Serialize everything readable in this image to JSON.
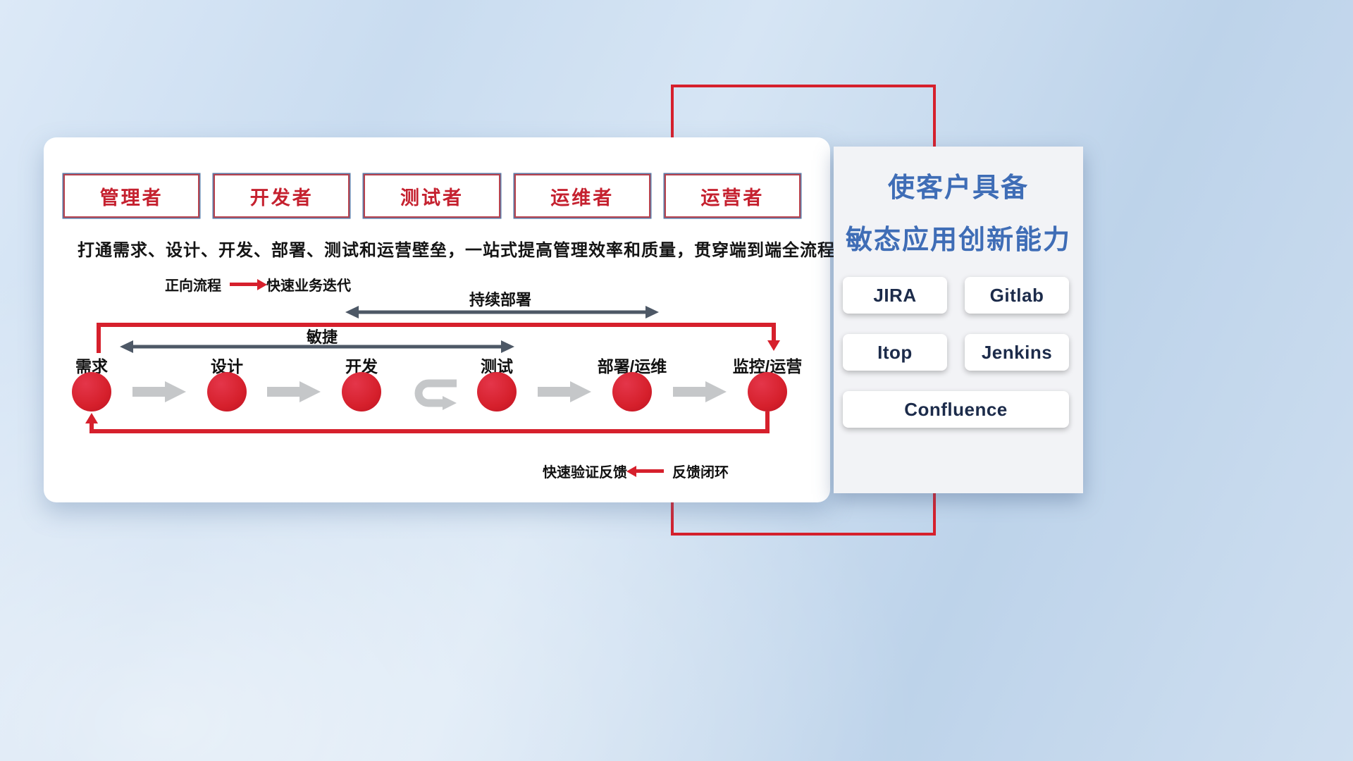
{
  "roles": [
    {
      "label": "管理者"
    },
    {
      "label": "开发者"
    },
    {
      "label": "测试者"
    },
    {
      "label": "运维者"
    },
    {
      "label": "运营者"
    }
  ],
  "subtitle": "打通需求、设计、开发、部署、测试和运营壁垒，一站式提高管理效率和质量，贯穿端到端全流程",
  "legends": {
    "forward": {
      "label": "正向流程",
      "desc": "快速业务迭代"
    },
    "feedback": {
      "desc": "快速验证反馈",
      "label": "反馈闭环"
    }
  },
  "flow": {
    "continuous_deploy_label": "持续部署",
    "agile_label": "敏捷",
    "nodes": [
      "需求",
      "设计",
      "开发",
      "测试",
      "部署/运维",
      "监控/运营"
    ]
  },
  "right_panel": {
    "title_line1": "使客户具备",
    "title_line2": "敏态应用创新能力",
    "tools": [
      "JIRA",
      "Gitlab",
      "Itop",
      "Jenkins",
      "Confluence"
    ]
  },
  "colors": {
    "accent_red": "#d6202c",
    "dark_arrow": "#4d5866",
    "gray_arrow": "#c5c7c9",
    "title_blue": "#3f6db6",
    "role_text": "#c5212f",
    "tool_text": "#1c2b4a"
  }
}
